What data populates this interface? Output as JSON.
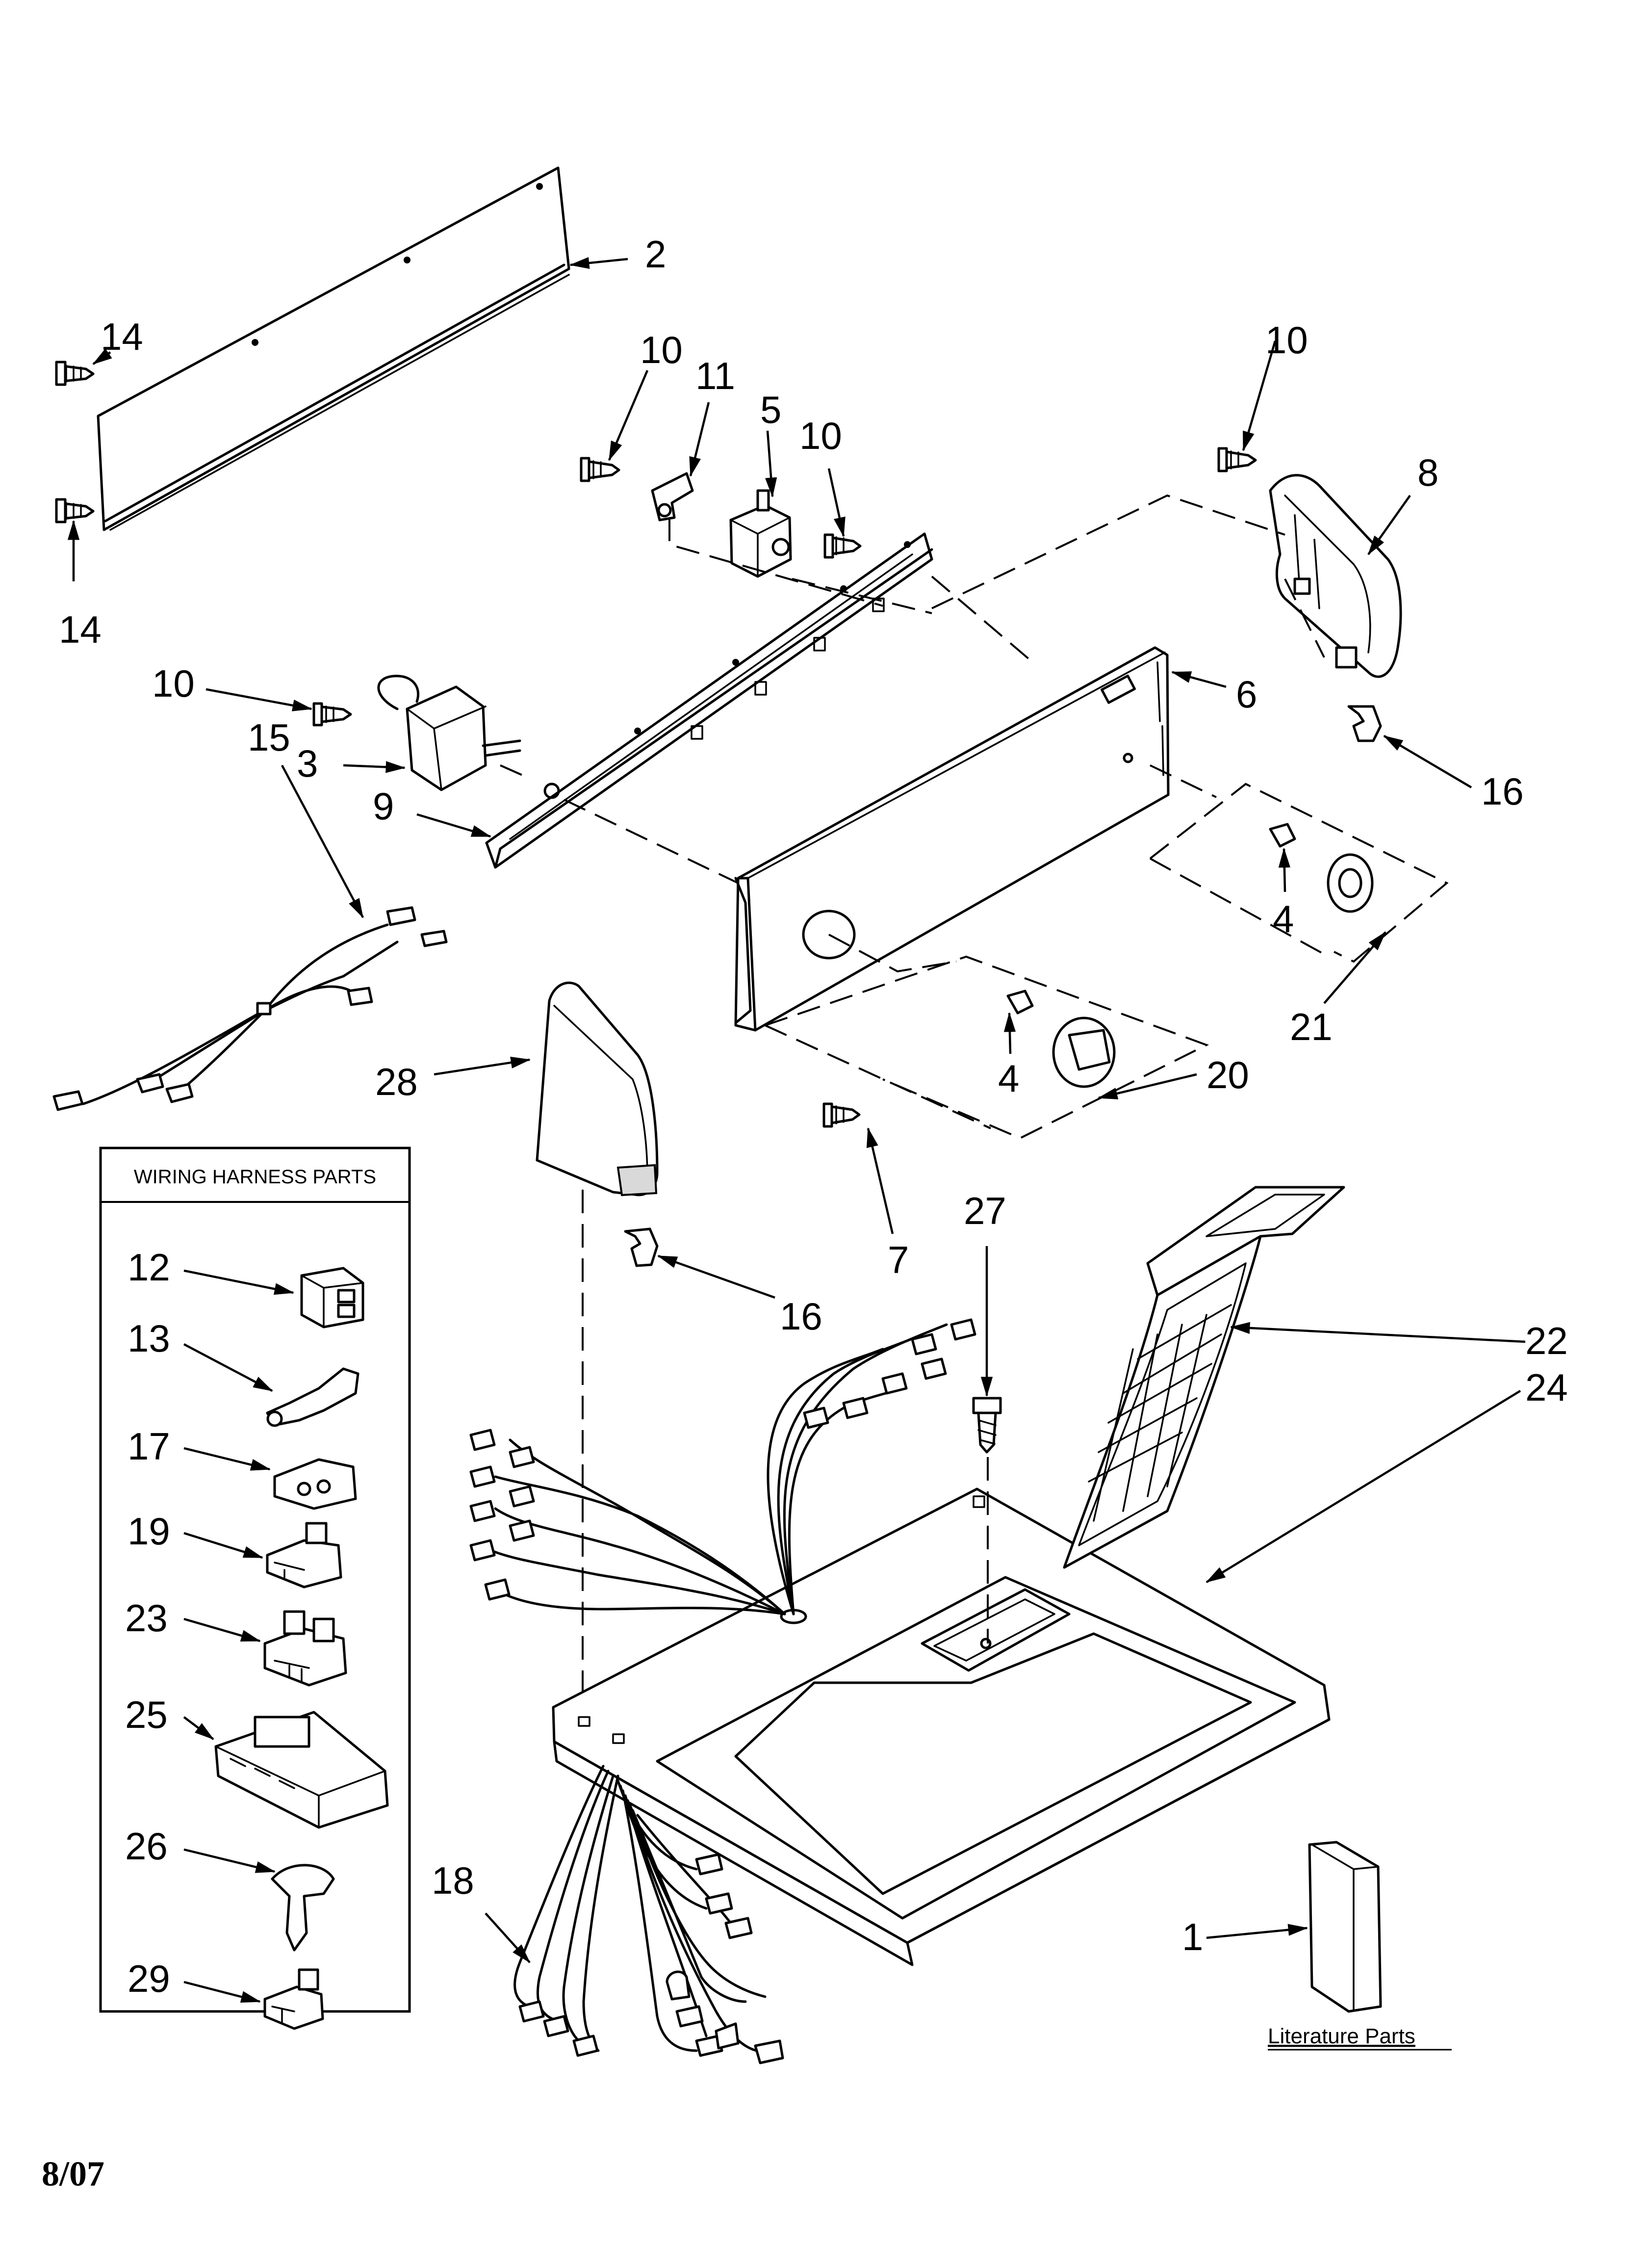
{
  "callouts": {
    "c2": "2",
    "c14_top": "14",
    "c14_bottom": "14",
    "c10_a": "10",
    "c11": "11",
    "c5": "5",
    "c10_b": "10",
    "c10_c": "10",
    "c8": "8",
    "c10_d": "10",
    "c15": "15",
    "c3": "3",
    "c9": "9",
    "c6": "6",
    "c16_right": "16",
    "c4_right": "4",
    "c21": "21",
    "c28": "28",
    "c4_left": "4",
    "c20": "20",
    "c7": "7",
    "c16_mid": "16",
    "c27": "27",
    "c22": "22",
    "c24": "24",
    "c18": "18",
    "c1": "1"
  },
  "harness_box": {
    "title": "WIRING HARNESS PARTS",
    "items": [
      "12",
      "13",
      "17",
      "19",
      "23",
      "25",
      "26",
      "29"
    ]
  },
  "literature_label": "Literature Parts",
  "date_code": "8/07",
  "arrow_marker": "arrow-icon"
}
